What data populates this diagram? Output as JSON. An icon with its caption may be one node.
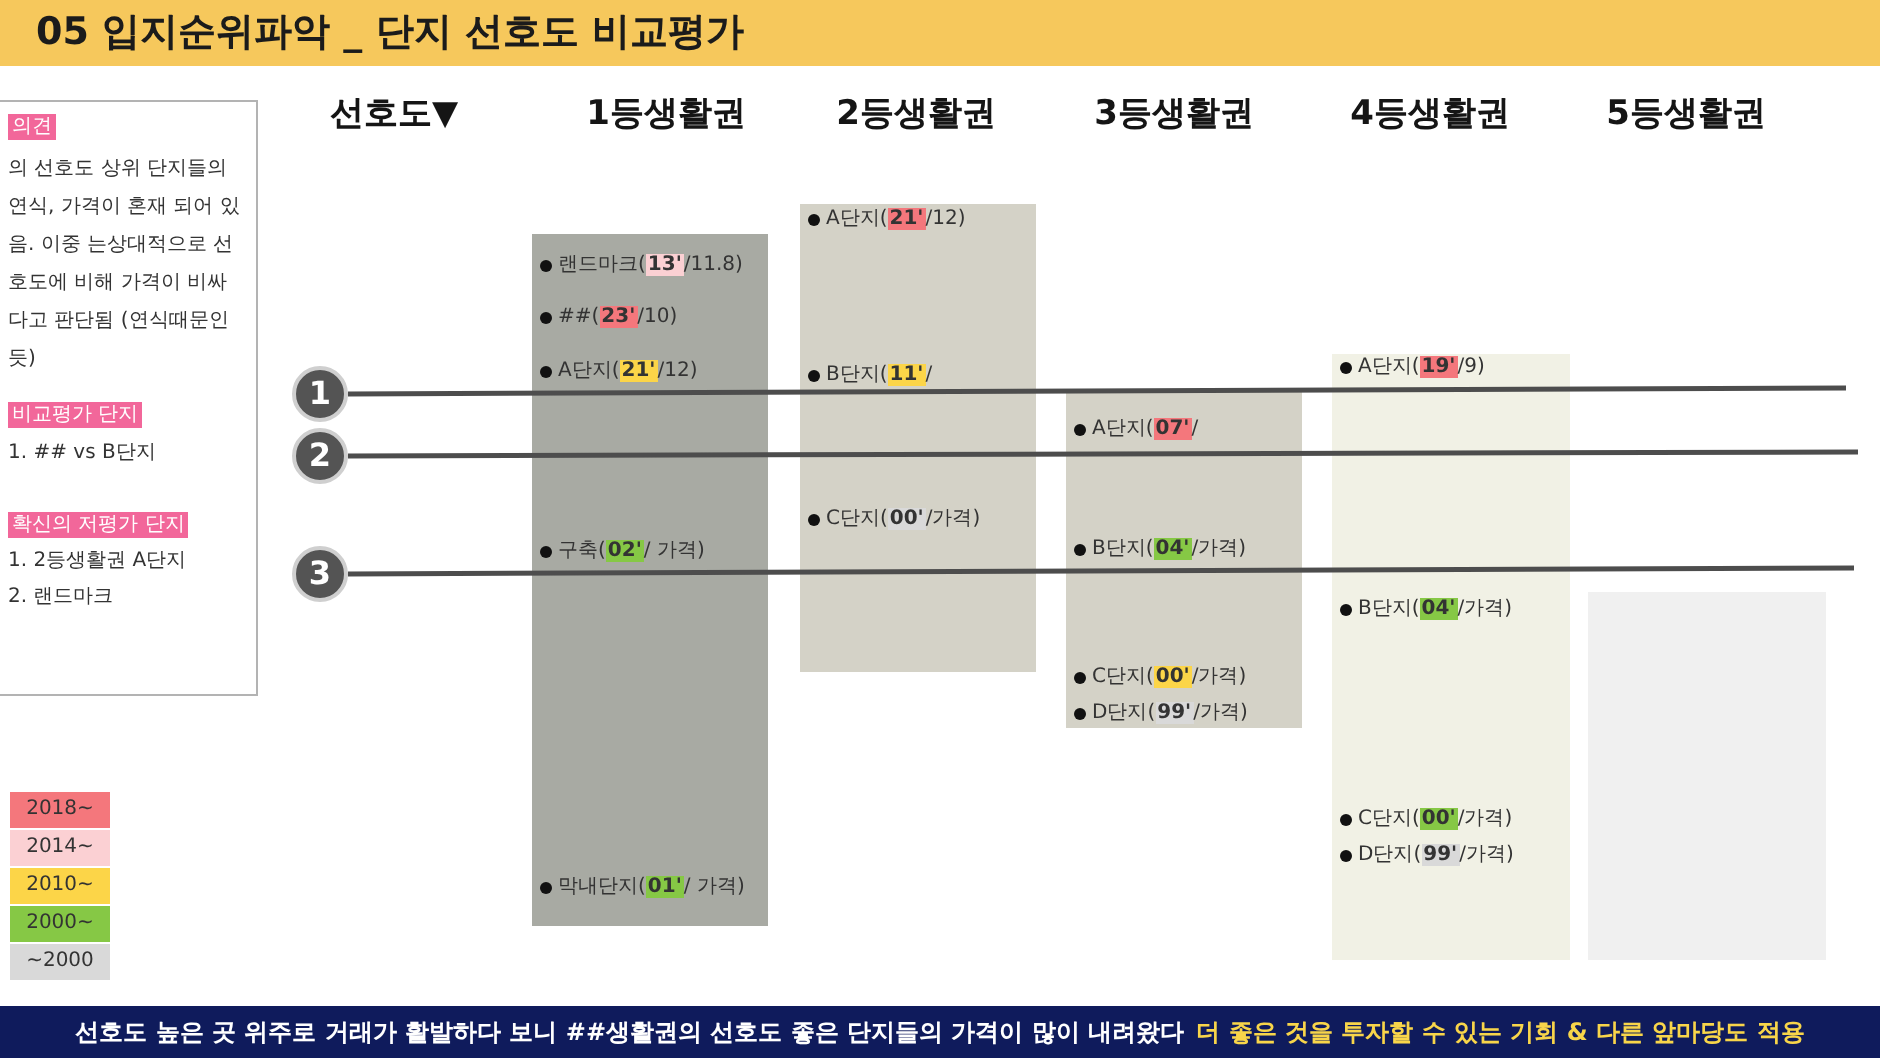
{
  "diagram": {
    "title": "05 입지순위파악 _ 단지 선호도 비교평가",
    "nodes": [
      {
        "text": [
          "의견",
          "의 선호도 상위 단지들의 연식, 가격이 혼재 되어 있음. 이중 는상대적으로 선호도에 비해 가격이 비싸다고 판단됨 (연식때문인듯)",
          "비교평가 단지",
          "1. ## vs B단지",
          "확신의 저평가 단지",
          "1. 2등생활권 A단지",
          "2. 랜드마크"
        ]
      },
      {
        "text": [
          "랜드마크(**13'**/11.8)",
          "##(**23'**/10)",
          "A단지(**21'**/12)",
          "구축(**02'**/ 가격)",
          "막내단지(**01'**/ 가격)"
        ]
      },
      {
        "text": [
          "A단지(**21'**/12)",
          "B단지(**11'**/",
          "C단지(**00'**/가격)"
        ]
      },
      {
        "text": [
          "A단지(**07'**/",
          "B단지(**04'**/가격)",
          "C단지(**00'**/가격)",
          "D단지(**99'**/가격)"
        ]
      },
      {
        "text": [
          "A단지(**19'**/9)",
          "B단지(**04'**/가격)",
          "C단지(**00'**/가격)",
          "D단지(**99'**/가격)"
        ]
      },
      {
        "text": [],
        "shape": "bar"
      },
      {
        "text": [
          "1"
        ]
      },
      {
        "text": [
          "2"
        ]
      },
      {
        "text": [
          "3"
        ]
      }
    ],
    "edges": [
      {
        "from": 6,
        "to": null,
        "arrow": "none"
      },
      {
        "from": 7,
        "to": null,
        "arrow": "none"
      },
      {
        "from": 8,
        "to": null,
        "arrow": "none"
      }
    ],
    "labels": [
      "선호도▼",
      "1등생활권",
      "2등생활권",
      "3등생활권",
      "4등생활권",
      "5등생활권",
      "선호도 높은 곳 위주로 거래가 활발하다 보니 ##생활권의 선호도 좋은 단지들의 가격이 많이 내려왔다",
      "더 좋은 것을 투자할 수 있는 기회 & 다른 앞마당도 적용"
    ],
    "legend": [
      {
        "text": "2018~",
        "color": "#f4777c"
      },
      {
        "text": "2014~",
        "color": "#fbd0d3"
      },
      {
        "text": "2010~",
        "color": "#fcd548"
      },
      {
        "text": "2000~",
        "color": "#86c845"
      },
      {
        "text": "~2000",
        "color": "#d9d9d9"
      }
    ]
  }
}
